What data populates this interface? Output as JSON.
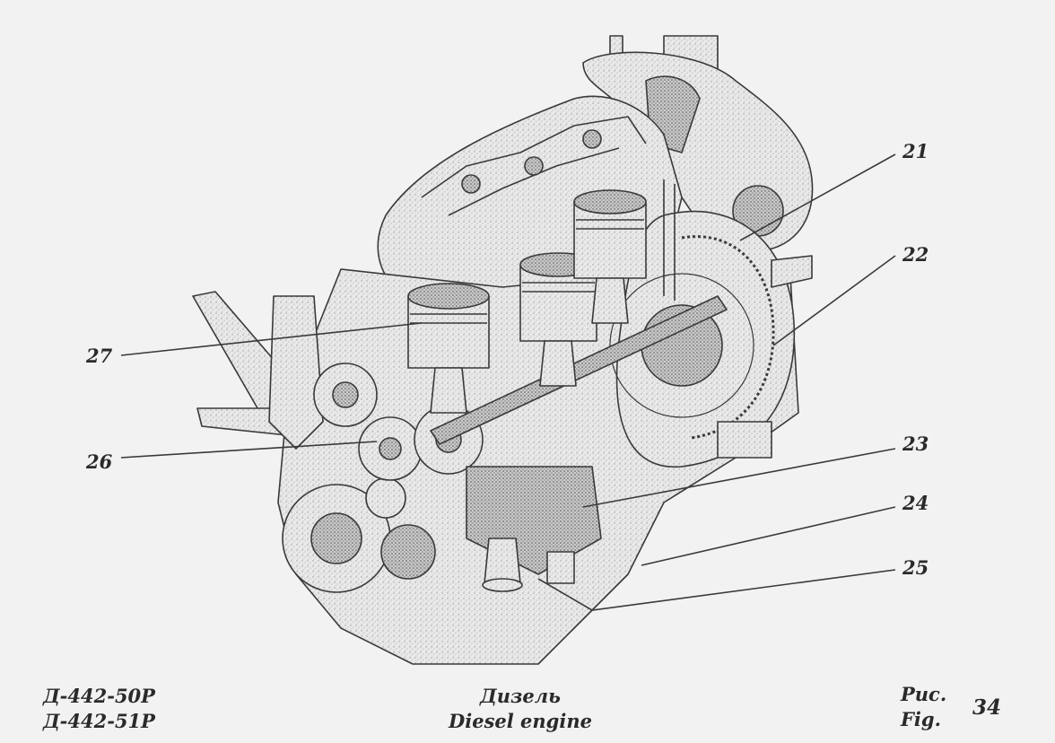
{
  "callouts": {
    "c21": "21",
    "c22": "22",
    "c23": "23",
    "c24": "24",
    "c25": "25",
    "c26": "26",
    "c27": "27"
  },
  "footer": {
    "models": [
      "Д-442-50Р",
      "Д-442-51Р"
    ],
    "caption_ru": "Дизель",
    "caption_en": "Diesel engine",
    "fig_ru": "Рис.",
    "fig_en": "Fig.",
    "fig_number": "34"
  },
  "illustration": {
    "icon": "diesel-engine-cutaway-drawing"
  }
}
